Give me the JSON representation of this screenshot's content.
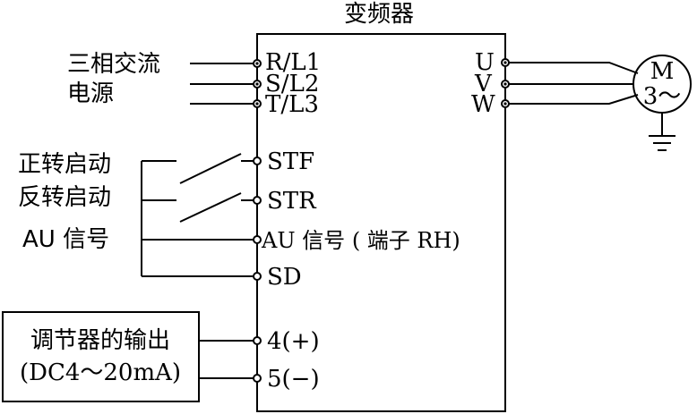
{
  "title": "变频器",
  "left_labels": {
    "supply_line1": "三相交流",
    "supply_line2": "电源",
    "forward_start": "正转启动",
    "reverse_start": "反转启动",
    "au_signal": "AU 信号"
  },
  "regulator": {
    "line1": "调节器的输出",
    "line2": "(DC4～20mA)"
  },
  "input_terminals": {
    "rl1": "R/L1",
    "sl2": "S/L2",
    "tl3": "T/L3",
    "stf": "STF",
    "str": "STR",
    "au": "AU 信号 ( 端子 RH)",
    "sd": "SD",
    "t4": "4(+)",
    "t5": "5(−)"
  },
  "output_terminals": {
    "u": "U",
    "v": "V",
    "w": "W"
  },
  "motor": {
    "line1": "M",
    "line2": "3～"
  }
}
